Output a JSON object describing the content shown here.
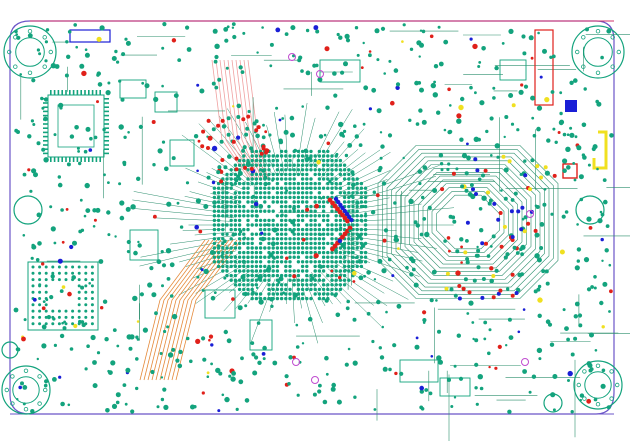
{
  "document": {
    "kind": "pcb-layout-view",
    "visible_text": []
  },
  "colors": {
    "background": "#ffffff",
    "copper": "#13a37d",
    "trace": "#2c8f6d",
    "outline": "#6b55c8",
    "edge_accent": "#d0306a",
    "red_pad": "#e0201a",
    "blue_pad": "#1a1fd6",
    "yellow_pad": "#f0e020",
    "orange_trace": "#e58a3a",
    "pink_trace": "#f0a0a0",
    "violet_ring": "#c04cd0"
  },
  "features": {
    "mounting_holes": 6,
    "large_bga": "center",
    "qfp_chip": "upper-left",
    "octagonal_routing_region": "right"
  }
}
